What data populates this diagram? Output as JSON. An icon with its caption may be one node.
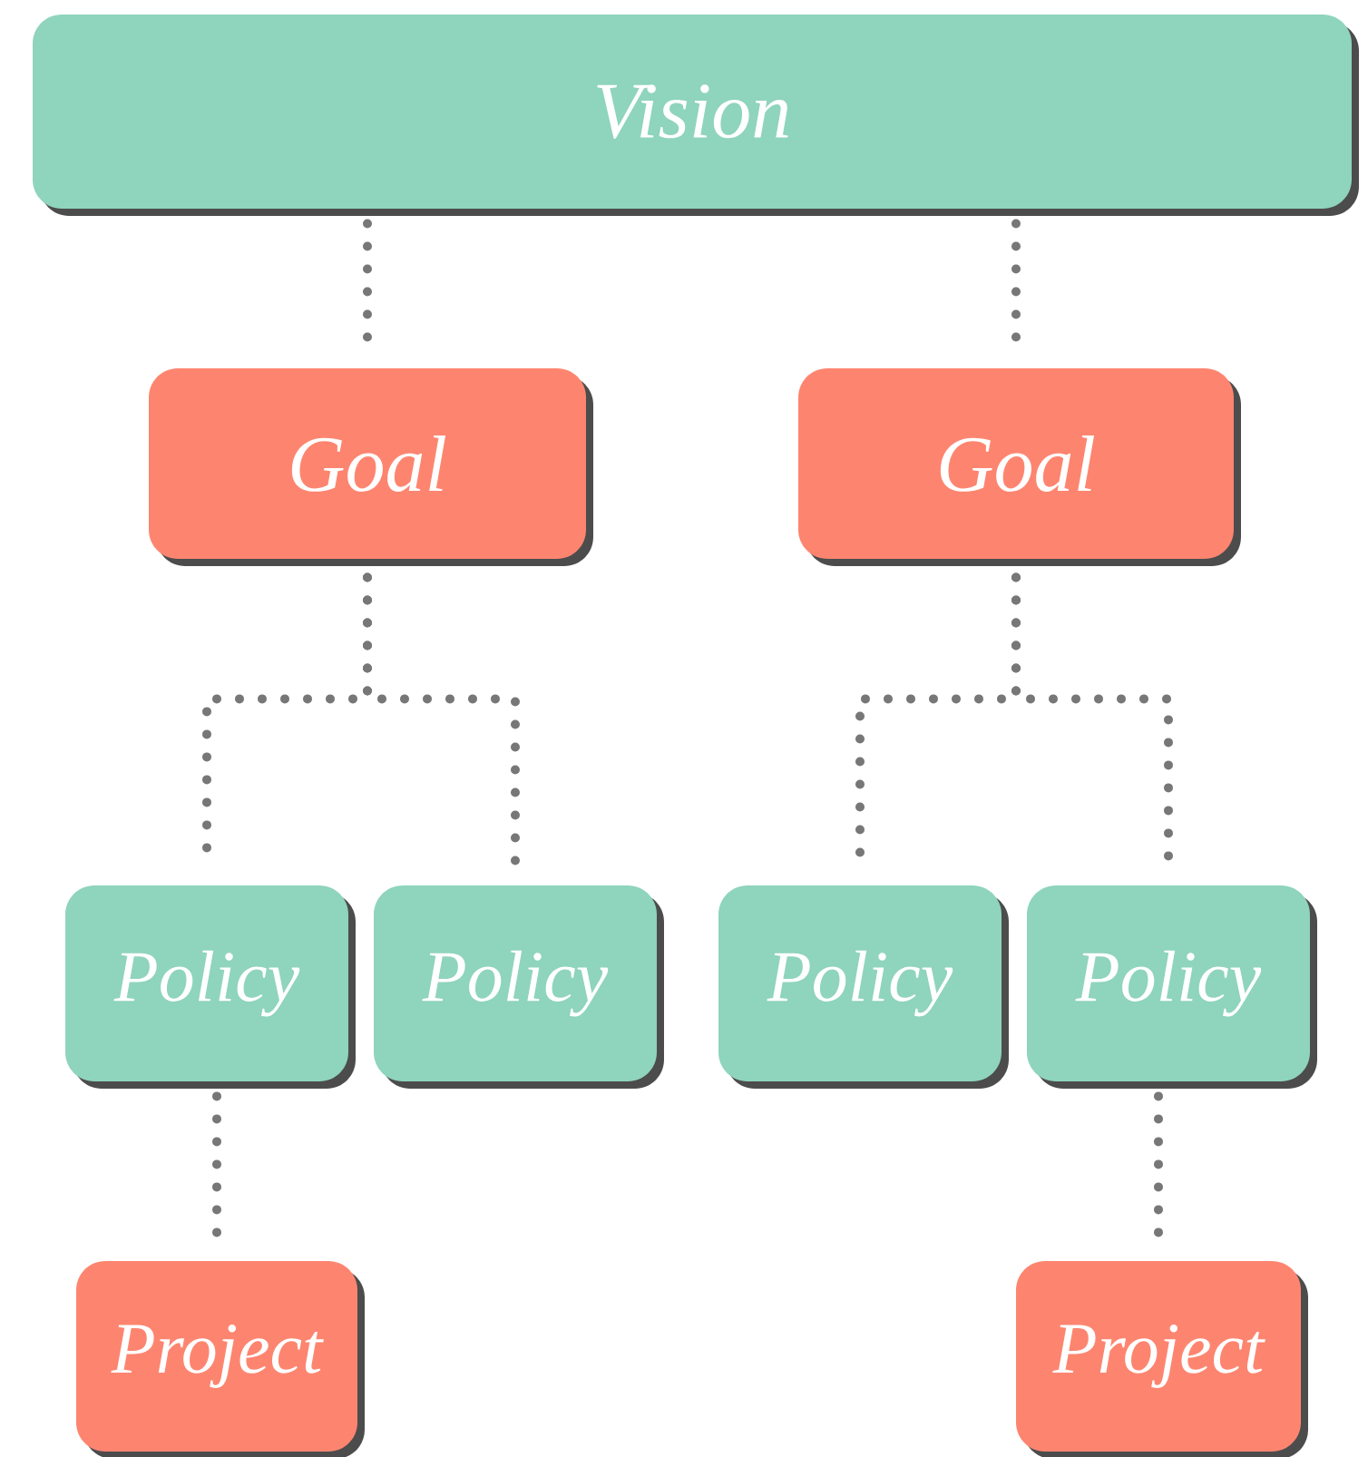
{
  "diagram": {
    "nodes": [
      {
        "text": [
          "Vision"
        ]
      },
      {
        "text": [
          "Goal"
        ]
      },
      {
        "text": [
          "Goal"
        ]
      },
      {
        "text": [
          "Policy"
        ]
      },
      {
        "text": [
          "Policy"
        ]
      },
      {
        "text": [
          "Policy"
        ]
      },
      {
        "text": [
          "Policy"
        ]
      },
      {
        "text": [
          "Project"
        ]
      },
      {
        "text": [
          "Project"
        ]
      }
    ],
    "edges": [
      {
        "from": 0,
        "to": 1,
        "arrow": "none"
      },
      {
        "from": 0,
        "to": 2,
        "arrow": "none"
      },
      {
        "from": 1,
        "to": 3,
        "arrow": "none"
      },
      {
        "from": 1,
        "to": 4,
        "arrow": "none"
      },
      {
        "from": 2,
        "to": 5,
        "arrow": "none"
      },
      {
        "from": 2,
        "to": 6,
        "arrow": "none"
      },
      {
        "from": 3,
        "to": 7,
        "arrow": "none"
      },
      {
        "from": 6,
        "to": 8,
        "arrow": "none"
      }
    ]
  }
}
